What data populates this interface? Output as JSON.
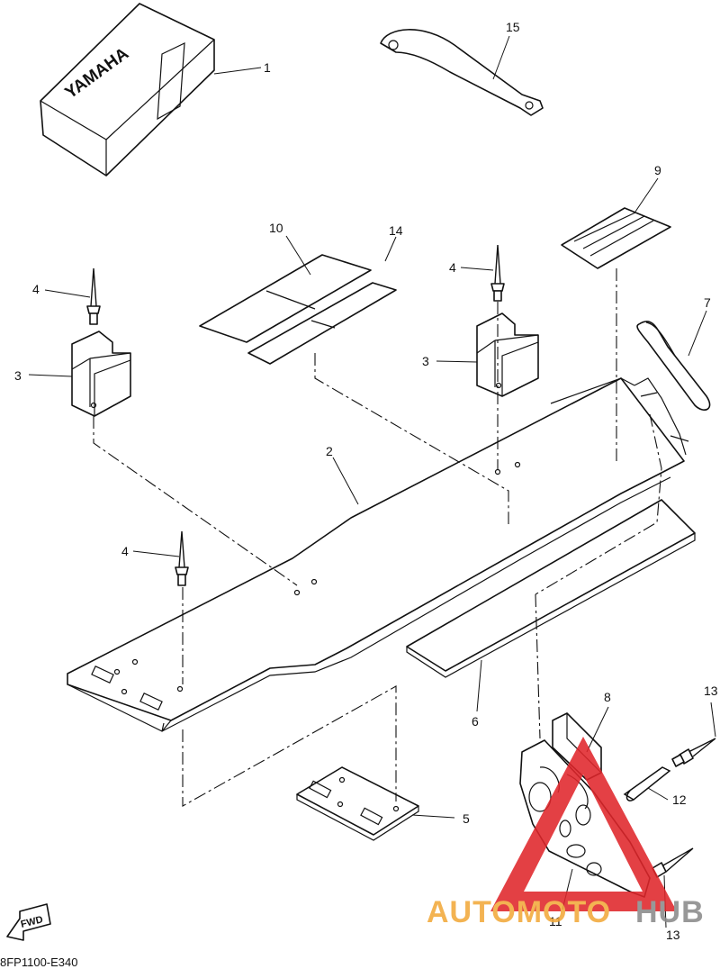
{
  "callouts": {
    "c1": "1",
    "c2": "2",
    "c3a": "3",
    "c3b": "3",
    "c4a": "4",
    "c4b": "4",
    "c4c": "4",
    "c5": "5",
    "c6": "6",
    "c7": "7",
    "c8": "8",
    "c9": "9",
    "c10": "10",
    "c11": "11",
    "c12": "12",
    "c13a": "13",
    "c13b": "13",
    "c14": "14",
    "c15": "15"
  },
  "cover_brand": "YAMAHA",
  "fwd_label": "FWD",
  "diagram_code": "8FP1100-E340",
  "watermark": {
    "part1": "AUTOMOTO",
    "part2": "HUB"
  },
  "colors": {
    "line": "#111111",
    "watermark_red": "#e0262b",
    "watermark_orange": "#f2a93b",
    "watermark_grey": "#8a8a8a"
  }
}
